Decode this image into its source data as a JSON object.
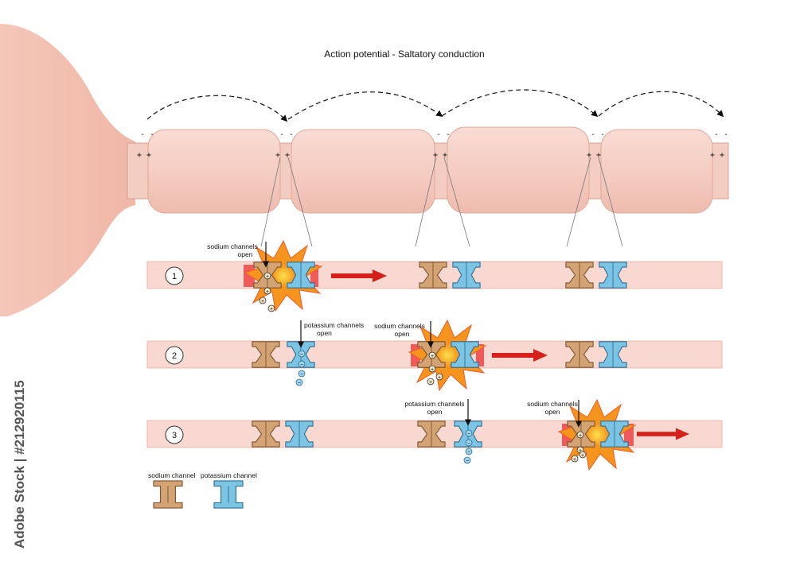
{
  "title": "Action potential - Saltatory conduction",
  "labels": {
    "sodium_channels_open": "sodium channels open",
    "potassium_channels_open": "potassium channels open"
  },
  "steps": [
    "1",
    "2",
    "3"
  ],
  "legend": {
    "sodium_channel": "sodium channel",
    "potassium_channel": "potassium channel"
  },
  "charges": {
    "minus": "- -",
    "plus": "+ +"
  },
  "ion_symbols": {
    "plus": "+",
    "minus": "−"
  },
  "stock_id": "Adobe Stock | #212920115",
  "colors": {
    "axon": "#f3cdc2",
    "axon_edge": "#d99f90",
    "myelin": "#f6d3cb",
    "strip": "#f8d8d0",
    "sodium": "#d4a373",
    "potassium": "#7cc4e4",
    "arrow": "#d6201b",
    "burst_outer": "#f7941d",
    "burst_inner": "#f15a24"
  }
}
